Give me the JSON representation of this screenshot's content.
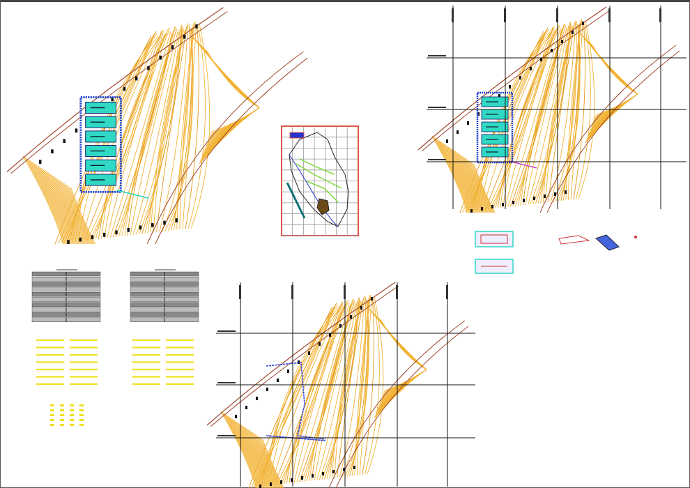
{
  "drawing": {
    "colors": {
      "contour": "#f2b233",
      "contour_dark": "#e39a1a",
      "road": "#a0452a",
      "grid": "#111111",
      "pond": "#2fd9c4",
      "pond_border": "#2244cc",
      "boundary": "#3344dd",
      "pipe": "#cc44cc",
      "map_frame": "#e05545",
      "map_region": "#7dd83a",
      "notes": "#f0e020"
    },
    "sheets": [
      {
        "name": "site-plan-ponds",
        "has_grid": false,
        "has_ponds": true,
        "pond_count": 6
      },
      {
        "name": "site-plan-ponds-gridded",
        "has_grid": true,
        "has_ponds": true,
        "pond_count": 5
      },
      {
        "name": "site-plan-boundary",
        "has_grid": true,
        "has_ponds": false
      }
    ]
  }
}
